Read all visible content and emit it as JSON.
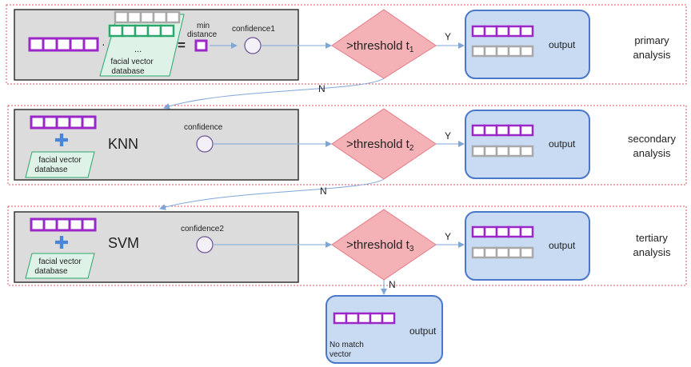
{
  "colors": {
    "purple": "#9b27c9",
    "purple_cell": "#ffffff",
    "gray_cell": "#a8a8a8",
    "green": "#2aa86b",
    "green_fill": "#dff2e8",
    "panel_fill": "#dcdcdc",
    "panel_stroke": "#333333",
    "diamond_fill": "#f4b2b7",
    "diamond_stroke": "#e47a84",
    "output_fill": "#c9daf3",
    "output_stroke": "#4a78c8",
    "plus": "#4a86d8",
    "stage_border": "#e0555f",
    "arrow": "#7fa6d9"
  },
  "primary": {
    "dot_sign": "·",
    "ellipsis": "...",
    "db_label_1": "facial vector",
    "db_label_2": "database",
    "equals_sign": "=",
    "min_distance_1": "min",
    "min_distance_2": "distance",
    "confidence_label": "confidence1",
    "threshold_label": ">threshold t",
    "threshold_sub": "1",
    "yes_label": "Y",
    "output_label": "output",
    "stage_label_1": "primary",
    "stage_label_2": "analysis"
  },
  "no_label_1": "N",
  "secondary": {
    "plus_sign": "✚",
    "db_label_1": "facial vector",
    "db_label_2": "database",
    "method_label": "KNN",
    "confidence_label": "confidence",
    "threshold_label": ">threshold t",
    "threshold_sub": "2",
    "yes_label": "Y",
    "output_label": "output",
    "stage_label_1": "secondary",
    "stage_label_2": "analysis"
  },
  "no_label_2": "N",
  "tertiary": {
    "plus_sign": "✚",
    "db_label_1": "facial vector",
    "db_label_2": "database",
    "method_label": "SVM",
    "confidence_label": "confidence2",
    "threshold_label": ">threshold t",
    "threshold_sub": "3",
    "yes_label": "Y",
    "output_label": "output",
    "stage_label_1": "tertiary",
    "stage_label_2": "analysis"
  },
  "no_label_3": "N",
  "final": {
    "output_label": "output",
    "no_match_1": "No match",
    "no_match_2": "vector"
  }
}
